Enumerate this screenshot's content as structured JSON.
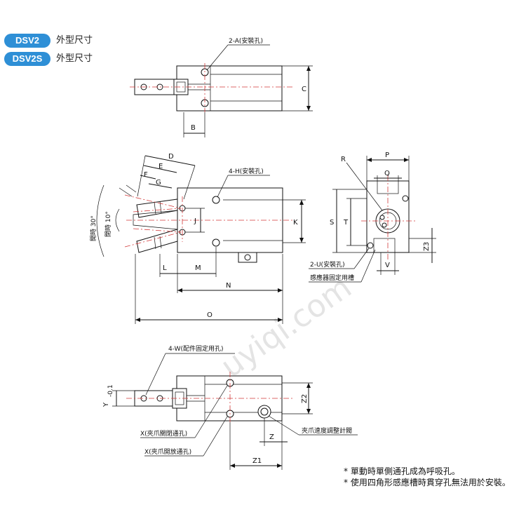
{
  "header": {
    "models": [
      {
        "code": "DSV2",
        "label": "外型尺寸"
      },
      {
        "code": "DSV2S",
        "label": "外型尺寸"
      }
    ]
  },
  "diagram": {
    "top_view": {
      "callout_mount_holes": "2-A(安裝孔)",
      "dim_c": "C",
      "dim_b": "B"
    },
    "side_view": {
      "dim_d": "D",
      "dim_e": "E",
      "dim_f": "F",
      "dim_g": "G",
      "callout_mount_holes": "4-H(安裝孔)",
      "dim_j": "J",
      "dim_k": "K",
      "dim_l": "L",
      "dim_m": "M",
      "dim_n": "N",
      "dim_o": "O",
      "open_angle": "開時 30°",
      "close_angle": "閉時 10°"
    },
    "end_view": {
      "dim_p": "P",
      "dim_q": "Q",
      "dim_r": "R",
      "dim_s": "S",
      "dim_t": "T",
      "dim_z3": "Z3",
      "dim_v": "V",
      "callout_u": "2-U(安裝孔)",
      "callout_sensor_slot": "感應器固定用槽"
    },
    "bottom_view": {
      "callout_w": "4-W(配件固定用孔)",
      "dim_y": "Y-0.1",
      "dim_y_main": "Y",
      "dim_y_tol": "-0.1",
      "dim_z2": "Z2",
      "dim_z": "Z",
      "dim_z1": "Z1",
      "callout_x_close": "X(夾爪關閉通孔)",
      "callout_x_open": "X(夾爪開放通孔)",
      "callout_speed": "夾爪速度調整計閥"
    }
  },
  "notes": [
    "* 單動時單側通孔成為呼吸孔。",
    "* 使用四角形感應槽時貫穿孔無法用於安裝。"
  ],
  "watermark": "uyiqi.com"
}
